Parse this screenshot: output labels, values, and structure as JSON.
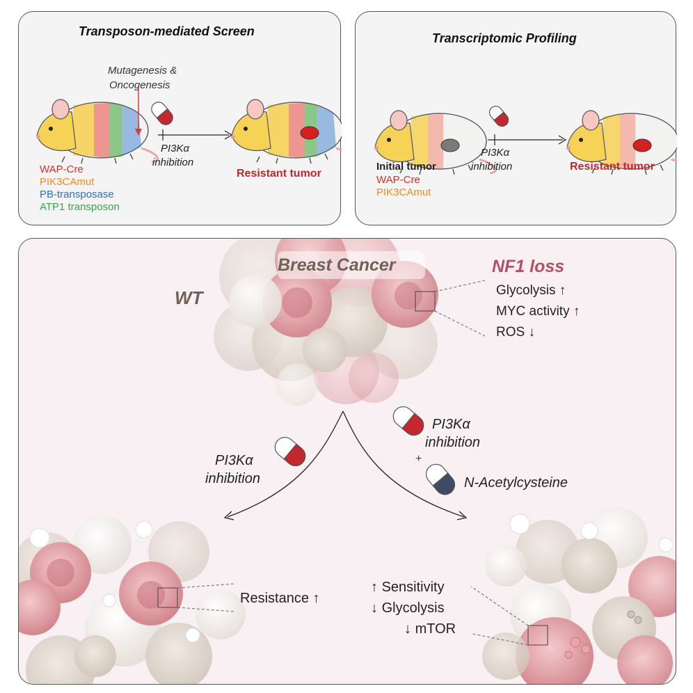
{
  "screen_panel": {
    "title": "Transposon-mediated Screen",
    "step_label_line1": "Mutagenesis &",
    "step_label_line2": "Oncogenesis",
    "treatment_line1": "PI3Kα",
    "treatment_line2": "inhibition",
    "outcome": "Resistant tumor",
    "legend": [
      {
        "label": "WAP-Cre",
        "color": "#d9312b"
      },
      {
        "label": "PIK3CAmut",
        "color": "#f08a1c"
      },
      {
        "label": "PB-transposase",
        "color": "#2c6fb6"
      },
      {
        "label": "ATP1 transposon",
        "color": "#3aa14a"
      }
    ]
  },
  "profile_panel": {
    "title": "Transcriptomic Profiling",
    "initial_label": "Initial tumor",
    "legend": [
      {
        "label": "WAP-Cre",
        "color": "#d9312b"
      },
      {
        "label": "PIK3CAmut",
        "color": "#f08a1c"
      }
    ],
    "treatment_line1": "PI3Kα",
    "treatment_line2": "inhibition",
    "outcome": "Resistant tumor"
  },
  "main_panel": {
    "title": "Breast Cancer",
    "wt_label": "WT",
    "nf1_label": "NF1 loss",
    "nf1_effects": [
      {
        "label": "Glycolysis",
        "arrow": "↑"
      },
      {
        "label": "MYC activity",
        "arrow": "↑"
      },
      {
        "label": "ROS",
        "arrow": "↓"
      }
    ],
    "left_treatment_line1": "PI3Kα",
    "left_treatment_line2": "inhibition",
    "right_treatment_line1": "PI3Kα",
    "right_treatment_line2": "inhibition",
    "plus": "+",
    "combo_drug": "N-Acetylcysteine",
    "left_outcome": {
      "label": "Resistance",
      "arrow": "↑"
    },
    "right_outcomes": [
      {
        "label": "Sensitivity",
        "arrow": "↑"
      },
      {
        "label": "Glycolysis",
        "arrow": "↓"
      },
      {
        "label": "mTOR",
        "arrow": "↓"
      }
    ]
  },
  "colors": {
    "resistant_red": "#c0282d",
    "nf1_pink": "#b0526a",
    "wt_brown": "#6e6259",
    "pill_red": "#c4272e",
    "pill_navy": "#3c4d63"
  }
}
